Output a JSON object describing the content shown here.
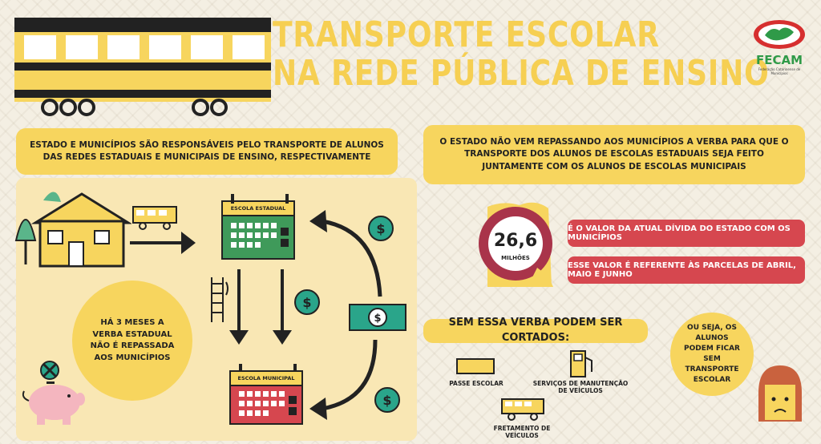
{
  "header": {
    "title_line1": "TRANSPORTE ESCOLAR",
    "title_line2": "NA REDE PÚBLICA DE ENSINO",
    "logo_text": "FECAM",
    "logo_subtext": "Federação Catarinense de Municípios"
  },
  "left_banner": "ESTADO E MUNICÍPIOS SÃO RESPONSÁVEIS PELO TRANSPORTE DE ALUNOS DAS REDES ESTADUAIS E MUNICIPAIS DE ENSINO, RESPECTIVAMENTE",
  "right_banner": "O ESTADO NÃO VEM REPASSANDO AOS MUNICÍPIOS A VERBA PARA QUE O TRANSPORTE DOS ALUNOS DE ESCOLAS ESTADUAIS SEJA FEITO JUNTAMENTE COM OS ALUNOS DE ESCOLAS MUNICIPAIS",
  "schools": {
    "state": "ESCOLA ESTADUAL",
    "municipal": "ESCOLA MUNICIPAL"
  },
  "left_circle": "HÁ 3 MESES A VERBA ESTADUAL NÃO É REPASSADA AOS MUNICÍPIOS",
  "debt": {
    "value": "26,6",
    "unit": "MILHÕES",
    "note1": "É O VALOR DA ATUAL DÍVIDA DO ESTADO COM OS MUNICÍPIOS",
    "note2": "ESSE VALOR É REFERENTE ÀS PARCELAS DE ABRIL, MAIO E JUNHO"
  },
  "cuts": {
    "heading": "SEM ESSA VERBA PODEM SER CORTADOS:",
    "item1": "PASSE ESCOLAR",
    "item2": "SERVIÇOS DE MANUTENÇÃO DE VEÍCULOS",
    "item3": "FRETAMENTO DE VEÍCULOS"
  },
  "right_circle": "OU SEJA, OS ALUNOS PODEM FICAR SEM TRANSPORTE ESCOLAR",
  "colors": {
    "yellow": "#f7d55e",
    "title_yellow": "#f6cf52",
    "green": "#3f9a5a",
    "red": "#d6474f",
    "teal": "#2aa58a",
    "dark": "#222222"
  }
}
